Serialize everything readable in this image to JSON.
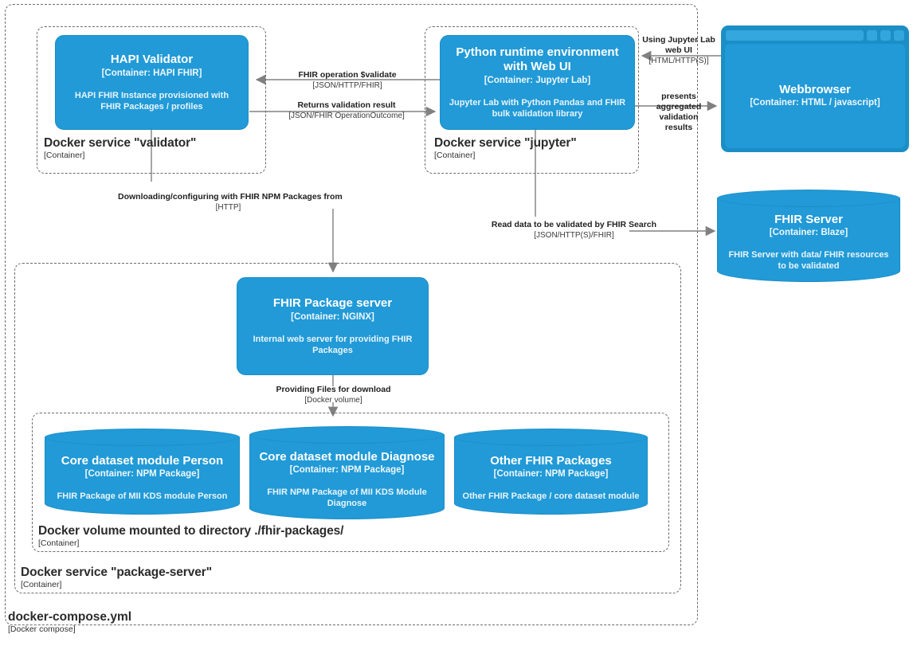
{
  "diagram": {
    "title": "docker-compose.yml",
    "title_tech": "[Docker compose]"
  },
  "boundaries": {
    "validator": {
      "label": "Docker service \"validator\"",
      "tech": "[Container]"
    },
    "jupyter": {
      "label": "Docker service \"jupyter\"",
      "tech": "[Container]"
    },
    "package_server": {
      "label": "Docker service \"package-server\"",
      "tech": "[Container]"
    },
    "volume": {
      "label": "Docker volume mounted to directory ./fhir-packages/",
      "tech": "[Container]"
    }
  },
  "nodes": {
    "hapi_validator": {
      "title": "HAPI Validator",
      "tech": "[Container: HAPI FHIR]",
      "desc": "HAPI FHIR Instance provisioned with FHIR Packages / profiles"
    },
    "python_runtime": {
      "title": "Python runtime environment with Web UI",
      "tech": "[Container: Jupyter Lab]",
      "desc": "Jupyter Lab with Python Pandas and FHIR bulk validation library"
    },
    "webbrowser": {
      "title": "Webbrowser",
      "tech": "[Container: HTML / javascript]"
    },
    "fhir_server": {
      "title": "FHIR Server",
      "tech": "[Container: Blaze]",
      "desc": "FHIR Server with data/ FHIR resources to be validated"
    },
    "package_server": {
      "title": "FHIR Package server",
      "tech": "[Container: NGINX]",
      "desc": "Internal web server for providing FHIR Packages"
    },
    "module_person": {
      "title": "Core dataset module Person",
      "tech": "[Container: NPM Package]",
      "desc": "FHIR Package of MII KDS module Person"
    },
    "module_diagnose": {
      "title": "Core dataset module Diagnose",
      "tech": "[Container: NPM Package]",
      "desc": "FHIR NPM Package of MII KDS Module Diagnose"
    },
    "other_packages": {
      "title": "Other FHIR Packages",
      "tech": "[Container: NPM Package]",
      "desc": "Other FHIR Package / core dataset module"
    }
  },
  "relationships": {
    "validate_call": {
      "label": "FHIR operation $validate",
      "tech": "[JSON/HTTP/FHIR]"
    },
    "validate_result": {
      "label": "Returns validation result",
      "tech": "[JSON/FHIR OperationOutcome]"
    },
    "using_webui": {
      "label": "Using Jupyter Lab web UI",
      "tech": "[HTML/HTTP(S)]"
    },
    "presents_results": {
      "label": "presents aggregated validation results",
      "tech": ""
    },
    "download_packages": {
      "label": "Downloading/configuring with FHIR NPM Packages from",
      "tech": "[HTTP]"
    },
    "read_data": {
      "label": "Read data to be validated by FHIR Search",
      "tech": "[JSON/HTTP(S)/FHIR]"
    },
    "providing_files": {
      "label": "Providing Files for download",
      "tech": "[Docker volume]"
    }
  },
  "colors": {
    "node_blue": "#219ad7",
    "node_border": "#1b8ec6",
    "boundary_gray": "#6b6b6b",
    "arrow_gray": "#707070",
    "text_dark": "#2b2b2b"
  }
}
